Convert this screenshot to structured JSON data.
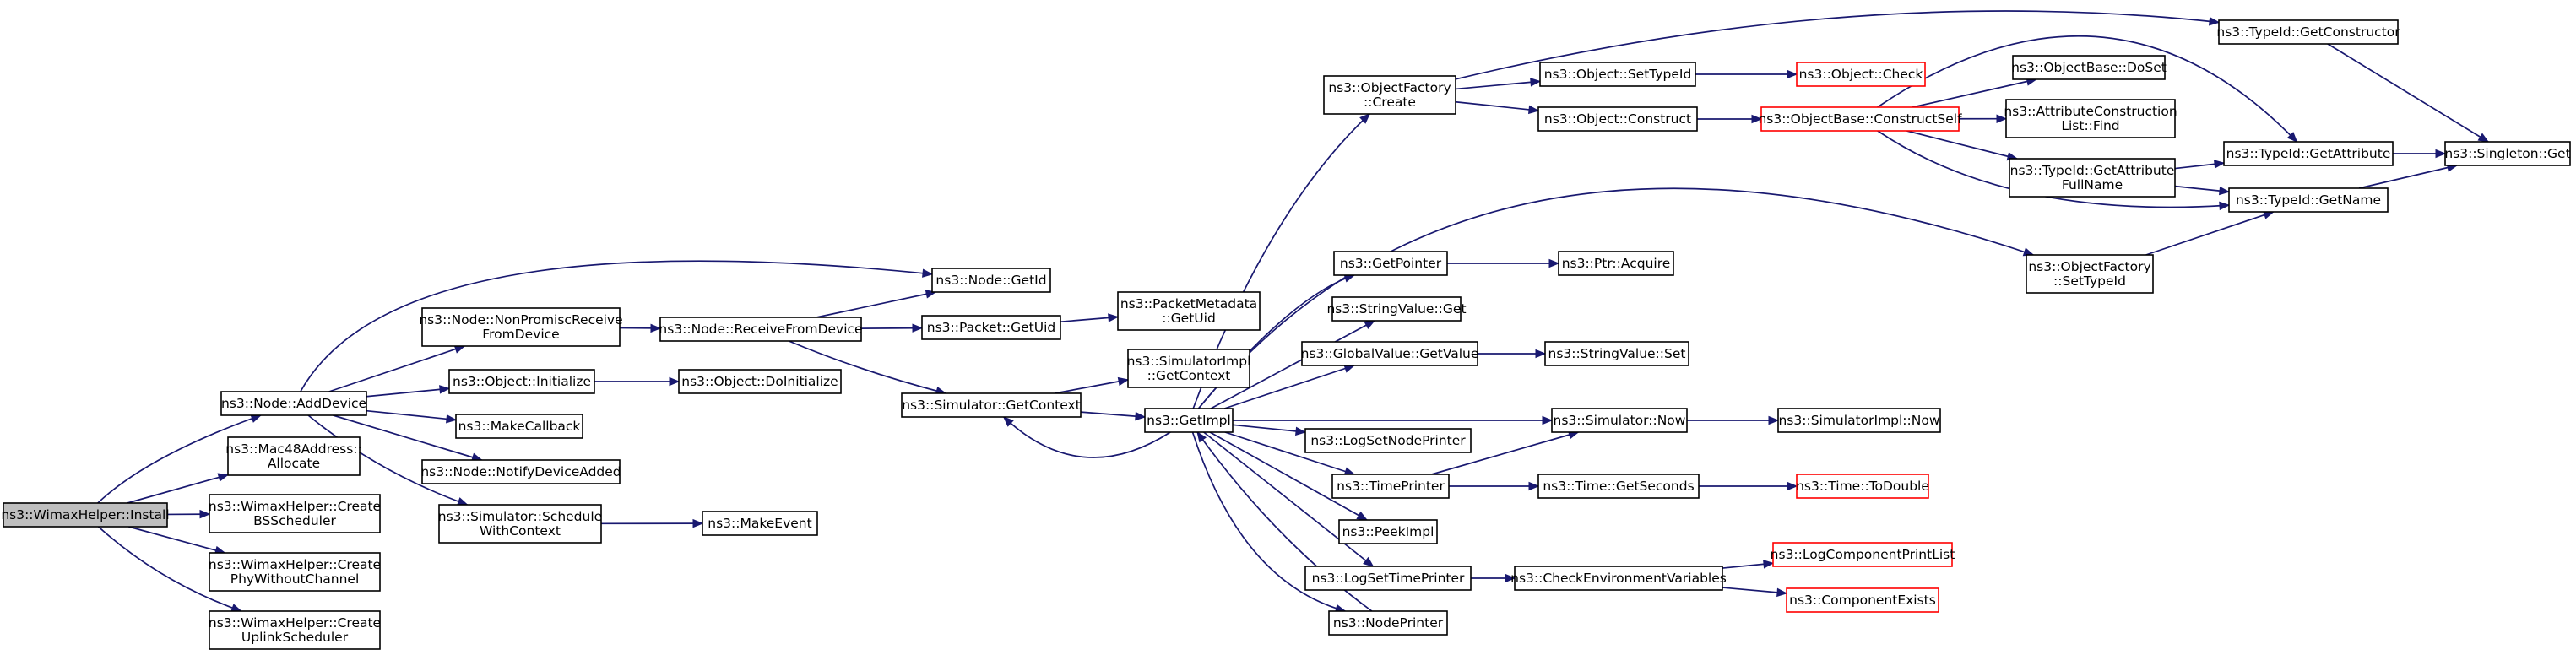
{
  "diagram": {
    "colors": {
      "edge": "#191970",
      "box_border": "#000000",
      "box_border_truncated": "#ff0000",
      "root_fill": "#bfbfbf",
      "box_fill": "#ffffff"
    },
    "nodes": [
      {
        "id": "install",
        "lines": [
          "ns3::WimaxHelper::Install"
        ],
        "root": true
      },
      {
        "id": "addDevice",
        "lines": [
          "ns3::Node::AddDevice"
        ]
      },
      {
        "id": "mac48",
        "lines": [
          "ns3::Mac48Address::",
          "Allocate"
        ]
      },
      {
        "id": "createBS",
        "lines": [
          "ns3::WimaxHelper::Create",
          "BSScheduler"
        ]
      },
      {
        "id": "createPhy",
        "lines": [
          "ns3::WimaxHelper::Create",
          "PhyWithoutChannel"
        ]
      },
      {
        "id": "createUplink",
        "lines": [
          "ns3::WimaxHelper::Create",
          "UplinkScheduler"
        ]
      },
      {
        "id": "nonPromisc",
        "lines": [
          "ns3::Node::NonPromiscReceive",
          "FromDevice"
        ]
      },
      {
        "id": "objInit",
        "lines": [
          "ns3::Object::Initialize"
        ]
      },
      {
        "id": "makeCallback",
        "lines": [
          "ns3::MakeCallback"
        ]
      },
      {
        "id": "notifyDevice",
        "lines": [
          "ns3::Node::NotifyDeviceAdded"
        ]
      },
      {
        "id": "schedule",
        "lines": [
          "ns3::Simulator::Schedule",
          "WithContext"
        ]
      },
      {
        "id": "receiveFrom",
        "lines": [
          "ns3::Node::ReceiveFromDevice"
        ]
      },
      {
        "id": "doInit",
        "lines": [
          "ns3::Object::DoInitialize"
        ]
      },
      {
        "id": "makeEvent",
        "lines": [
          "ns3::MakeEvent"
        ]
      },
      {
        "id": "getId",
        "lines": [
          "ns3::Node::GetId"
        ]
      },
      {
        "id": "packetUid",
        "lines": [
          "ns3::Packet::GetUid"
        ]
      },
      {
        "id": "simContext",
        "lines": [
          "ns3::Simulator::GetContext"
        ]
      },
      {
        "id": "pmUid",
        "lines": [
          "ns3::PacketMetadata",
          "::GetUid"
        ]
      },
      {
        "id": "implContext",
        "lines": [
          "ns3::SimulatorImpl",
          "::GetContext"
        ]
      },
      {
        "id": "getImpl",
        "lines": [
          "ns3::GetImpl"
        ]
      },
      {
        "id": "ofCreate",
        "lines": [
          "ns3::ObjectFactory",
          "::Create"
        ]
      },
      {
        "id": "getPointer",
        "lines": [
          "ns3::GetPointer"
        ]
      },
      {
        "id": "svGet",
        "lines": [
          "ns3::StringValue::Get"
        ]
      },
      {
        "id": "gvGet",
        "lines": [
          "ns3::GlobalValue::GetValue"
        ]
      },
      {
        "id": "logSetNode",
        "lines": [
          "ns3::LogSetNodePrinter"
        ]
      },
      {
        "id": "timePrinter",
        "lines": [
          "ns3::TimePrinter"
        ]
      },
      {
        "id": "peekImpl",
        "lines": [
          "ns3::PeekImpl"
        ]
      },
      {
        "id": "logSetTime",
        "lines": [
          "ns3::LogSetTimePrinter"
        ]
      },
      {
        "id": "nodePrinter",
        "lines": [
          "ns3::NodePrinter"
        ]
      },
      {
        "id": "setTypeId",
        "lines": [
          "ns3::Object::SetTypeId"
        ]
      },
      {
        "id": "objConstruct",
        "lines": [
          "ns3::Object::Construct"
        ]
      },
      {
        "id": "ptrAcquire",
        "lines": [
          "ns3::Ptr::Acquire"
        ]
      },
      {
        "id": "svSet",
        "lines": [
          "ns3::StringValue::Set"
        ]
      },
      {
        "id": "simNow",
        "lines": [
          "ns3::Simulator::Now"
        ]
      },
      {
        "id": "getSeconds",
        "lines": [
          "ns3::Time::GetSeconds"
        ]
      },
      {
        "id": "checkEnv",
        "lines": [
          "ns3::CheckEnvironmentVariables"
        ]
      },
      {
        "id": "objCheck",
        "lines": [
          "ns3::Object::Check"
        ],
        "truncated": true
      },
      {
        "id": "constructSelf",
        "lines": [
          "ns3::ObjectBase::ConstructSelf"
        ],
        "truncated": true
      },
      {
        "id": "implNow",
        "lines": [
          "ns3::SimulatorImpl::Now"
        ]
      },
      {
        "id": "toDouble",
        "lines": [
          "ns3::Time::ToDouble"
        ],
        "truncated": true
      },
      {
        "id": "logCompPrint",
        "lines": [
          "ns3::LogComponentPrintList"
        ],
        "truncated": true
      },
      {
        "id": "compExists",
        "lines": [
          "ns3::ComponentExists"
        ],
        "truncated": true
      },
      {
        "id": "getConstructor",
        "lines": [
          "ns3::TypeId::GetConstructor"
        ]
      },
      {
        "id": "doSet",
        "lines": [
          "ns3::ObjectBase::DoSet"
        ]
      },
      {
        "id": "attrFind",
        "lines": [
          "ns3::AttributeConstruction",
          "List::Find"
        ]
      },
      {
        "id": "attrFull",
        "lines": [
          "ns3::TypeId::GetAttribute",
          "FullName"
        ]
      },
      {
        "id": "ofSetTypeId",
        "lines": [
          "ns3::ObjectFactory",
          "::SetTypeId"
        ]
      },
      {
        "id": "getAttribute",
        "lines": [
          "ns3::TypeId::GetAttribute"
        ]
      },
      {
        "id": "getName",
        "lines": [
          "ns3::TypeId::GetName"
        ]
      },
      {
        "id": "singleton",
        "lines": [
          "ns3::Singleton::Get"
        ]
      }
    ]
  }
}
